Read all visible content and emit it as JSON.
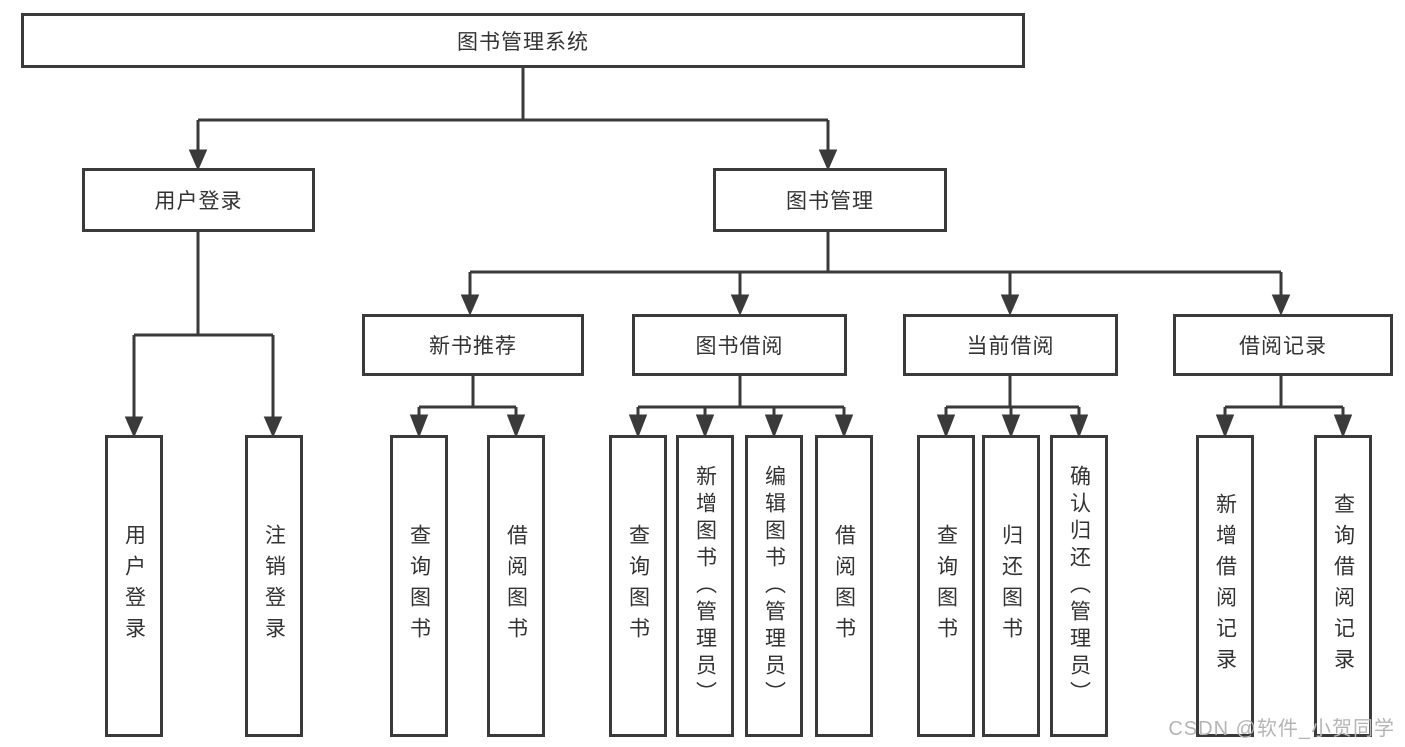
{
  "diagram": {
    "title": "图书管理系统",
    "nodes": {
      "root": "图书管理系统",
      "user_login": "用户登录",
      "book_mgmt": "图书管理",
      "new_book": "新书推荐",
      "borrow": "图书借阅",
      "current": "当前借阅",
      "record": "借阅记录"
    },
    "leaves": {
      "user_login": [
        "用户登录",
        "注销登录"
      ],
      "new_book": [
        "查询图书",
        "借阅图书"
      ],
      "borrow": [
        "查询图书",
        "新增图书（管理员）",
        "编辑图书（管理员）",
        "借阅图书"
      ],
      "current": [
        "查询图书",
        "归还图书",
        "确认归还（管理员）"
      ],
      "record": [
        "新增借阅记录",
        "查询借阅记录"
      ]
    },
    "colors": {
      "line": "#3a3a3a",
      "text": "#333333",
      "watermark": "#b5b5b5",
      "background": "#ffffff"
    },
    "watermark": "CSDN @软件_小贺同学"
  }
}
